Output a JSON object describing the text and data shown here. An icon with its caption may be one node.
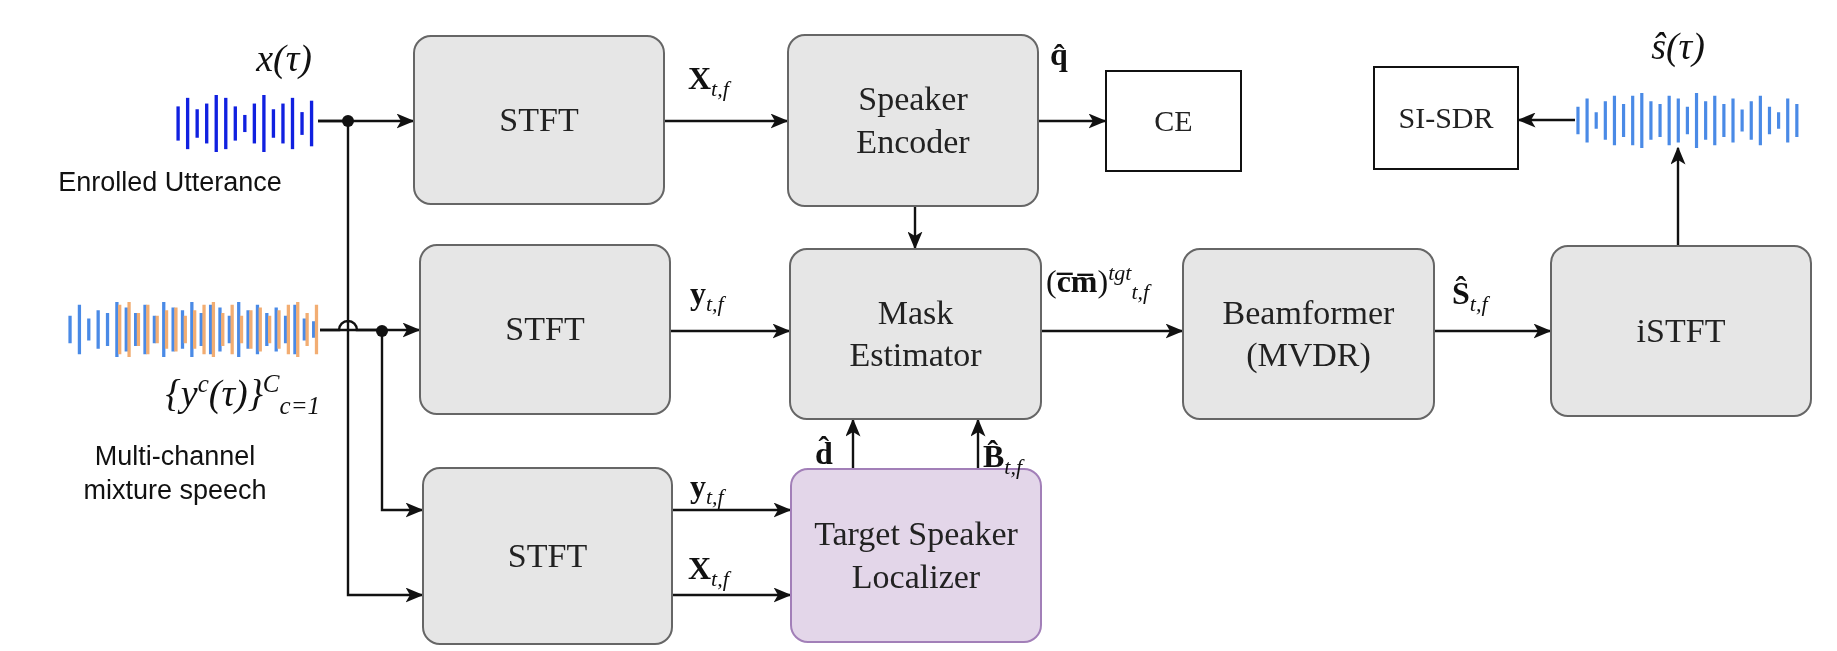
{
  "diagram": {
    "nodes": [
      {
        "text": [],
        "shape": "picture",
        "beside": [
          "x(τ)",
          "Enrolled Utterance"
        ]
      },
      {
        "text": [
          "STFT"
        ]
      },
      {
        "text": [
          "Speaker Encoder"
        ]
      },
      {
        "text": [
          "CE"
        ]
      },
      {
        "text": [
          "SI-SDR"
        ]
      },
      {
        "text": [],
        "shape": "picture",
        "beside": [
          "ŝ(τ)"
        ]
      },
      {
        "text": [],
        "shape": "picture",
        "beside": [
          "{y$^{c}$(τ)}$^{C}$$_{c=1}$",
          "Multi-channel mixture speech"
        ]
      },
      {
        "text": [
          "STFT"
        ]
      },
      {
        "text": [
          "Mask Estimator"
        ]
      },
      {
        "text": [
          "Beamformer (MVDR)"
        ]
      },
      {
        "text": [
          "iSTFT"
        ]
      },
      {
        "text": [
          "STFT"
        ]
      },
      {
        "text": [
          "Target Speaker Localizer"
        ]
      }
    ],
    "edges": [
      {
        "from": 0,
        "to": 1,
        "arrow": "to"
      },
      {
        "from": 0,
        "to": 11,
        "arrow": "to"
      },
      {
        "from": 6,
        "to": 7,
        "arrow": "to"
      },
      {
        "from": 6,
        "to": 11,
        "arrow": "to"
      },
      {
        "from": 1,
        "to": 2,
        "arrow": "to",
        "label": "**X**$_{t,f}$"
      },
      {
        "from": 2,
        "to": 3,
        "arrow": "to",
        "label": "q̂"
      },
      {
        "from": 2,
        "to": 8,
        "arrow": "to"
      },
      {
        "from": 7,
        "to": 8,
        "arrow": "to",
        "label": "**y**$_{t,f}$"
      },
      {
        "from": 11,
        "to": 12,
        "arrow": "to",
        "label": "**y**$_{t,f}$"
      },
      {
        "from": 11,
        "to": 12,
        "arrow": "to",
        "label": "**X**$_{t,f}$"
      },
      {
        "from": 12,
        "to": 8,
        "arrow": "to",
        "label": "d̂"
      },
      {
        "from": 12,
        "to": 8,
        "arrow": "to",
        "label": "**B̂**$_{t,f}$"
      },
      {
        "from": 8,
        "to": 9,
        "arrow": "to",
        "label": "(**c̅m̅**)$^{tgt}$$_{t,f}$"
      },
      {
        "from": 9,
        "to": 10,
        "arrow": "to",
        "label": "**Ŝ**$_{t,f}$"
      },
      {
        "from": 10,
        "to": 5,
        "arrow": "to"
      },
      {
        "from": 5,
        "to": 4,
        "arrow": "to"
      }
    ]
  }
}
